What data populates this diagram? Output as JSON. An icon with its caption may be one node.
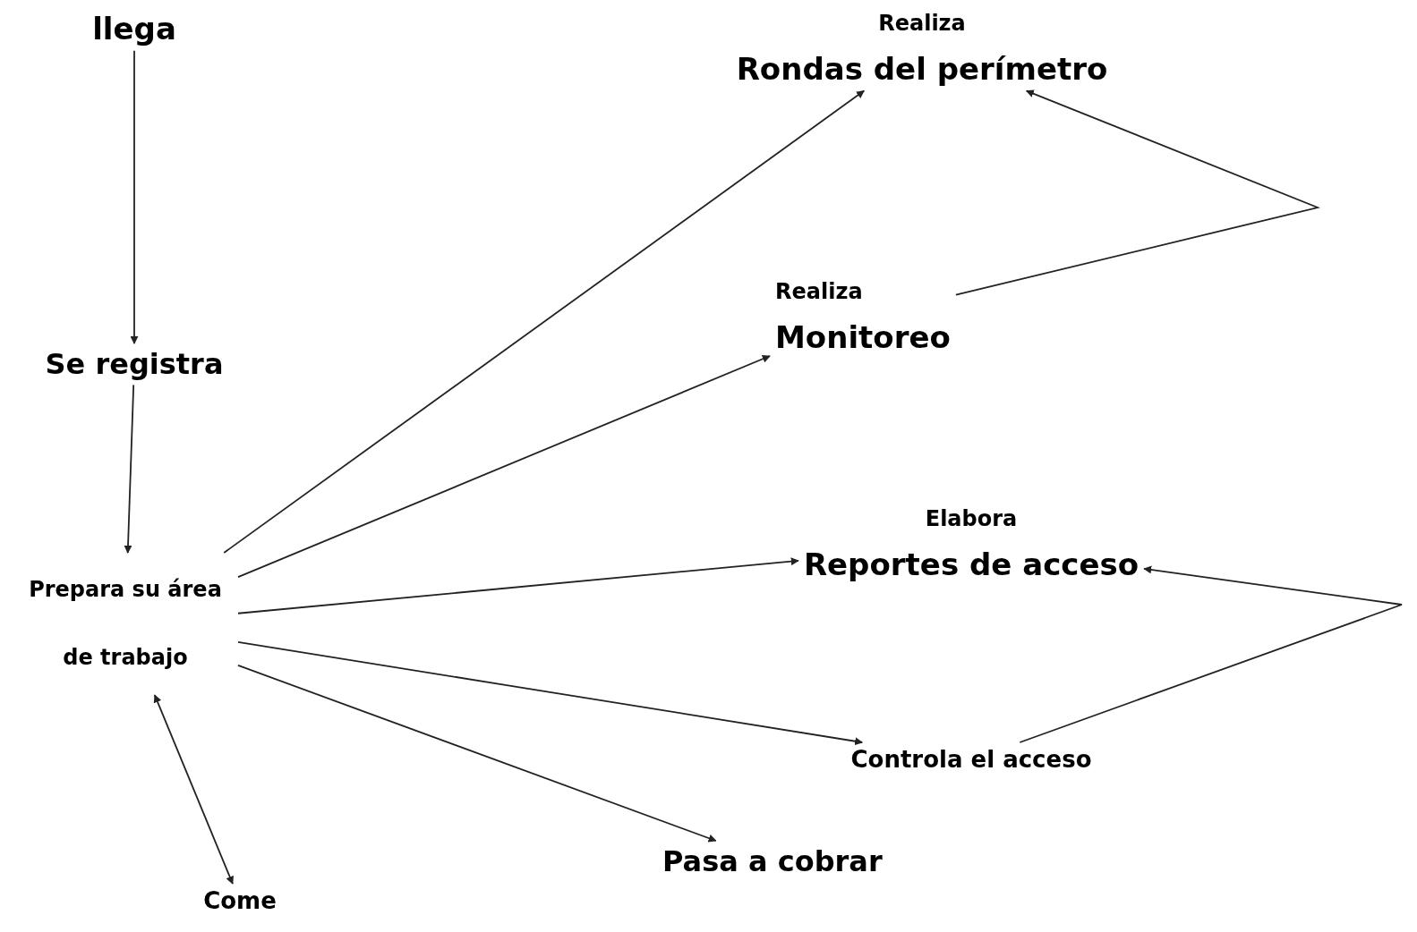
{
  "diagram": {
    "nodes": [
      {
        "text": [
          "llega"
        ]
      },
      {
        "text": [
          "Se registra"
        ]
      },
      {
        "text": [
          "Prepara su área de trabajo"
        ]
      },
      {
        "text": [
          "Come"
        ]
      },
      {
        "text": [
          "Realiza",
          "Rondas del perímetro"
        ]
      },
      {
        "text": [
          "Realiza",
          "Monitoreo"
        ]
      },
      {
        "text": [
          "Elabora",
          "Reportes de acceso"
        ]
      },
      {
        "text": [
          "Controla el acceso"
        ]
      },
      {
        "text": [
          "Pasa a cobrar"
        ]
      }
    ],
    "edges": [
      {
        "from": 0,
        "to": 1,
        "arrow": "to"
      },
      {
        "from": 1,
        "to": 2,
        "arrow": "to"
      },
      {
        "from": 2,
        "to": 3,
        "arrow": "both"
      },
      {
        "from": 2,
        "to": 4,
        "arrow": "to"
      },
      {
        "from": 2,
        "to": 5,
        "arrow": "to"
      },
      {
        "from": 2,
        "to": 6,
        "arrow": "to"
      },
      {
        "from": 2,
        "to": 7,
        "arrow": "to"
      },
      {
        "from": 2,
        "to": 8,
        "arrow": "to"
      },
      {
        "from": 5,
        "to": 4,
        "arrow": "to"
      },
      {
        "from": 7,
        "to": 6,
        "arrow": "to"
      }
    ]
  }
}
